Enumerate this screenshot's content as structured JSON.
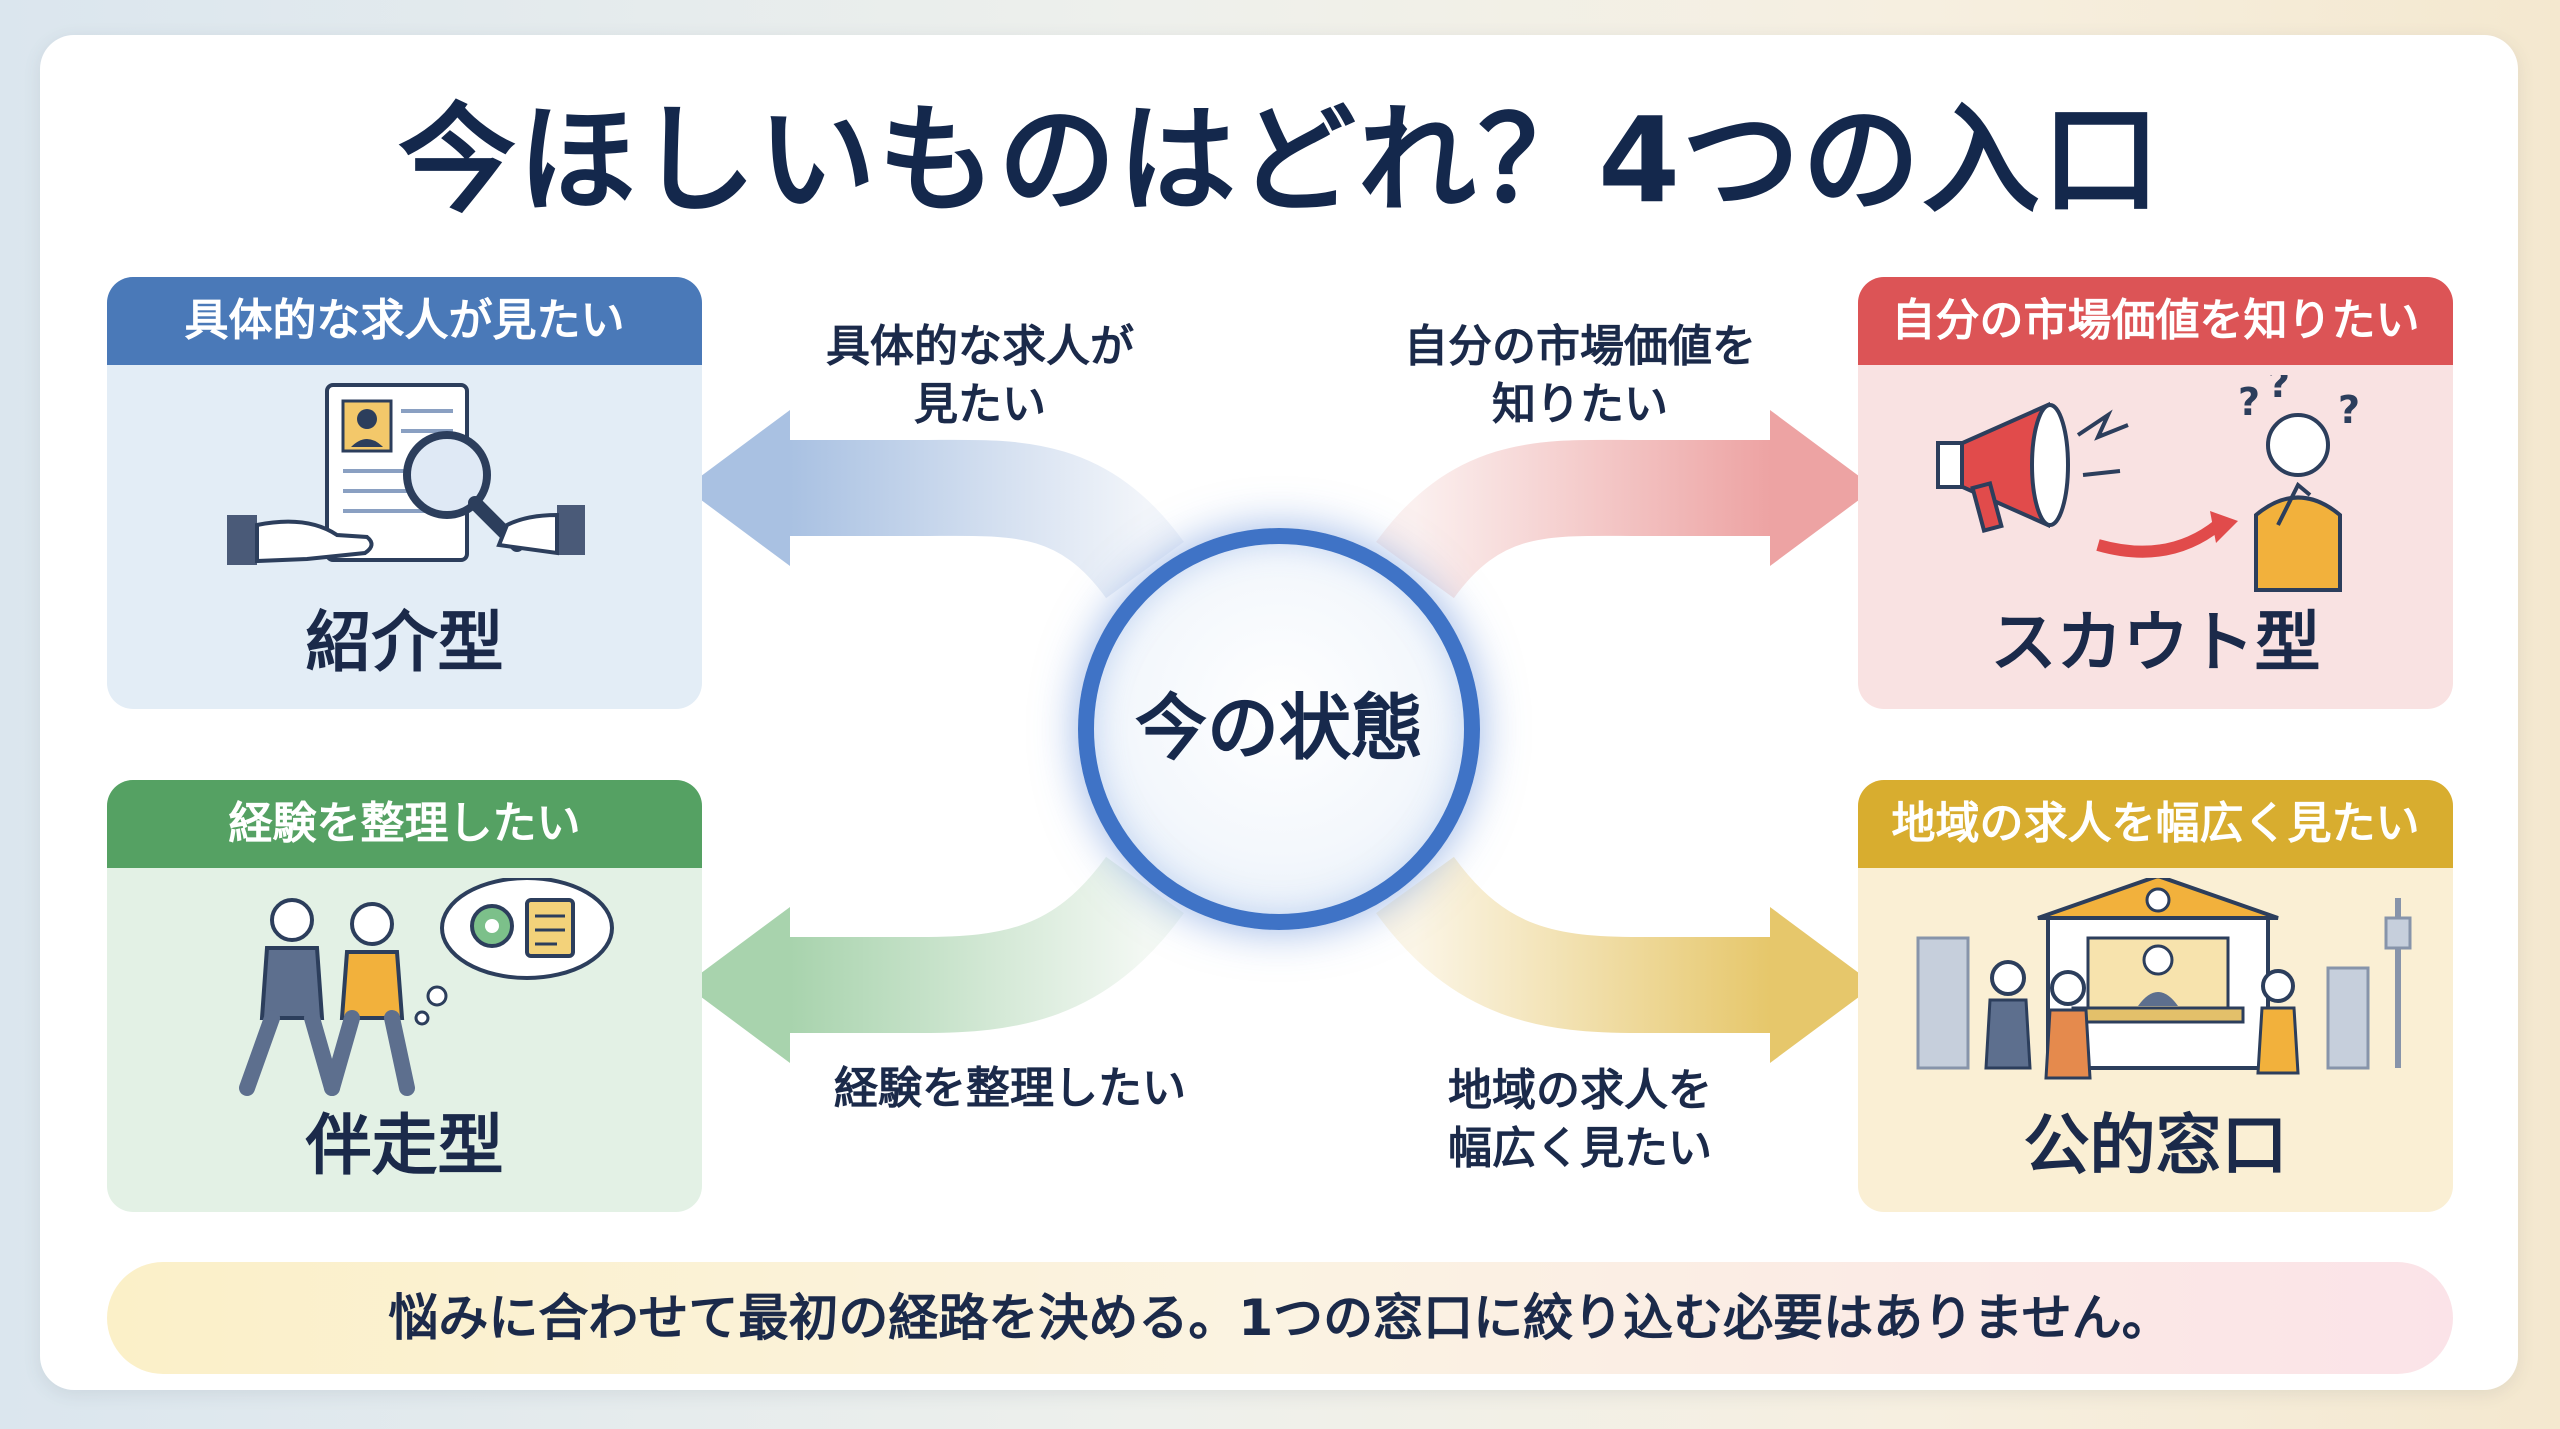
{
  "title": "今ほしいものはどれ？4つの入口",
  "hub": {
    "label": "今の状態"
  },
  "routes": [
    {
      "id": "shokai",
      "header": "具体的な求人が見たい",
      "name": "紹介型",
      "arrow_label": "具体的な求人が\n見たい",
      "color": "#4a79b8",
      "icon": "job-search-handshake-icon"
    },
    {
      "id": "scout",
      "header": "自分の市場価値を知りたい",
      "name": "スカウト型",
      "arrow_label": "自分の市場価値を\n知りたい",
      "color": "#dc5456",
      "icon": "megaphone-question-icon"
    },
    {
      "id": "banso",
      "header": "経験を整理したい",
      "name": "伴走型",
      "arrow_label": "経験を整理したい",
      "color": "#55a163",
      "icon": "walking-advisor-icon"
    },
    {
      "id": "koteki",
      "header": "地域の求人を幅広く見たい",
      "name": "公的窓口",
      "arrow_label": "地域の求人を\n幅広く見たい",
      "color": "#d8ad2f",
      "icon": "public-office-icon"
    }
  ],
  "footer": {
    "text": "悩みに合わせて最初の経路を決める。1つの窓口に絞り込む必要はありません。"
  }
}
